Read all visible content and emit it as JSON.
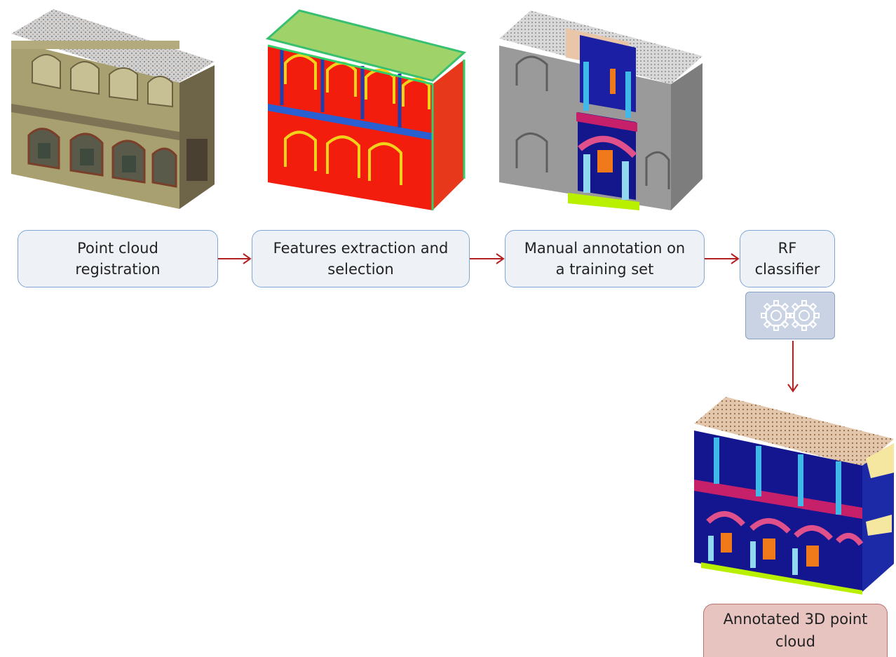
{
  "steps": [
    {
      "label": "Point cloud\nregistration"
    },
    {
      "label": "Features extraction and\nselection"
    },
    {
      "label": "Manual annotation on\na training set"
    },
    {
      "label": "RF\nclassifier"
    }
  ],
  "result": {
    "label": "Annotated 3D point\ncloud"
  },
  "icons": {
    "classifier": "gears-icon",
    "images": [
      "rgb-point-cloud-image",
      "feature-map-point-cloud-image",
      "annotated-training-point-cloud-image",
      "classified-point-cloud-image"
    ]
  },
  "colors": {
    "step_fill": "#eef2f7",
    "step_border": "#7ea6d6",
    "result_fill": "#e8c4c1",
    "result_border": "#b8736e",
    "arrow": "#b22222",
    "gear_fill": "#c9d3e4"
  }
}
